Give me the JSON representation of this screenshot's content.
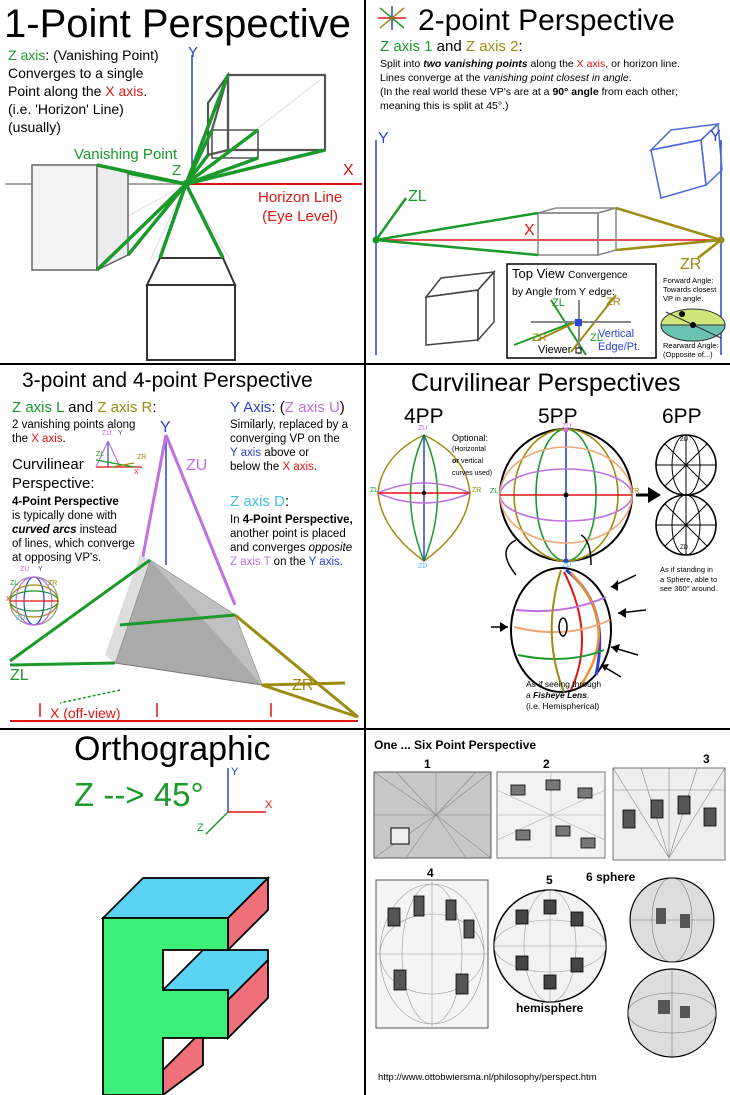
{
  "p1": {
    "title": "1-Point Perspective",
    "zaxis": "Z axis",
    "zdesc1": ": (Vanishing Point)",
    "zdesc2": "Converges to a single",
    "zdesc3a": "Point along the ",
    "xaxis": "X axis",
    "zdesc3b": ".",
    "zdesc4": "(i.e. 'Horizon' Line)",
    "zdesc5": "(usually)",
    "y": "Y",
    "x": "X",
    "z": "Z",
    "vp": "Vanishing Point",
    "horizon1": "Horizon Line",
    "horizon2": "(Eye Level)"
  },
  "p2": {
    "title": "2-point Perspective",
    "z1": "Z axis 1",
    "and": " and ",
    "z2": "Z axis 2",
    "colon": ":",
    "l1a": "Split into ",
    "l1b": "two vanishing points",
    "l1c": " along the ",
    "l1d": "X axis",
    "l1e": ", or horizon line.",
    "l2a": "Lines converge at the ",
    "l2b": "vanishing point closest in angle",
    "l2c": ".",
    "l3a": "(In the real world these VP's are at a ",
    "l3b": "90° angle",
    "l3c": " from each other;",
    "l4": "meaning this is split at 45°.)",
    "y": "Y",
    "x": "X",
    "zl": "ZL",
    "zr": "ZR",
    "top1": "Top View",
    "top2": "Convergence",
    "top3": "by Angle from Y edge:",
    "topzl": "ZL",
    "topzr": "ZR",
    "vertical1": "Vertical",
    "vertical2": "Edge/Pt.",
    "viewer": "Viewer",
    "fw1": "Forward Angle:",
    "fw2": "Towards closest",
    "fw3": "VP in angle.",
    "rw1": "Rearward Angle:",
    "rw2": "(Opposite of...)"
  },
  "p3": {
    "title": "3-point and 4-point Perspective",
    "zl": "Z axis L",
    "and": " and ",
    "zr": "Z axis R",
    "colon": ":",
    "l1": "2 vanishing points along",
    "l2a": "the ",
    "l2b": "X axis",
    "l2c": ".",
    "yaxis": "Y Axis",
    "yc": ": (",
    "zu": "Z axis U",
    "yc2": ")",
    "y1": "Similarly, replaced by a",
    "y2": "converging VP on the",
    "y3a": "Y axis",
    "y3b": " above or",
    "y4a": "below the ",
    "y4b": "X axis",
    "y4c": ".",
    "curv1": "Curvilinear",
    "curv2": "Perspective:",
    "c1": "4-Point Perspective",
    "c2": "is typically done with",
    "c3a": "curved arcs",
    "c3b": " instead",
    "c4": "of lines, which converge",
    "c5": "at opposing VP's.",
    "zd": "Z axis D",
    "zdcolon": ":",
    "d1a": "In ",
    "d1b": "4-Point Perspective,",
    "d2": "another point is placed",
    "d3a": "and converges ",
    "d3b": "opposite",
    "d4a": "Z axis T",
    "d4b": " on the ",
    "d4c": "Y axis",
    "d4d": ".",
    "lbl_y": "Y",
    "lbl_zu": "ZU",
    "lbl_zl": "ZL",
    "lbl_zr": "ZR",
    "xoff": "X (off-view)",
    "mini_zu": "ZU",
    "mini_y": "Y",
    "mini_zl": "ZL",
    "mini_zr": "ZR",
    "mini_x": "X",
    "sph_zu": "ZU",
    "sph_y": "Y",
    "sph_zl": "ZL",
    "sph_zr": "ZR",
    "sph_zd": "ZD",
    "sph_x": "X"
  },
  "p4": {
    "title": "Curvilinear Perspectives",
    "pp4": "4PP",
    "pp5": "5PP",
    "pp6": "6PP",
    "opt1": "Optional:",
    "opt2": "(Horizontal",
    "opt3a": "or",
    "opt3b": " vertical",
    "opt4": "curves used)",
    "zu": "ZU",
    "zl": "ZL",
    "zr": "ZR",
    "zd": "ZD",
    "s1": "As if standing in",
    "s2": "a Sphere, able to",
    "s3": "see 360° around.",
    "f1": "As if seeing through",
    "f2": "Fisheye Lens",
    "f2a": "a ",
    "f2b": ".",
    "f3": "(i.e. Hemispherical)"
  },
  "p5": {
    "title": "Orthographic",
    "z45": "Z --> 45°",
    "y": "Y",
    "x": "X",
    "z": "Z"
  },
  "p6": {
    "title": "One ... Six Point Perspective",
    "n1": "1",
    "n2": "2",
    "n3": "3",
    "n4": "4",
    "n5": "5",
    "n6": "6 sphere",
    "hemi": "hemisphere",
    "url": "http://www.ottobwiersma.nl/philosophy/perspect.htm"
  },
  "colors": {
    "green": "#1a9a2a",
    "red": "#e01515",
    "blue": "#2a43d6",
    "olive": "#9c8b10",
    "purple": "#c070e0",
    "cyan": "#40c0e8",
    "ortho_green": "#3ef07a",
    "ortho_blue": "#5ad2f2",
    "ortho_red": "#f0707a"
  }
}
